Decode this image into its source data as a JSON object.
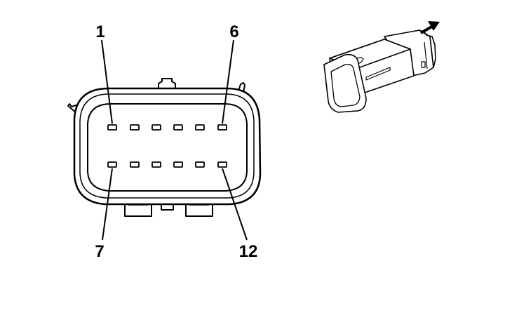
{
  "diagram": {
    "pin_labels": {
      "top_left": "1",
      "top_right": "6",
      "bottom_left": "7",
      "bottom_right": "12"
    },
    "pin_count": 12,
    "pin_rows": 2,
    "pins_per_row": 6,
    "stroke_color": "#000000",
    "background_color": "#ffffff"
  }
}
